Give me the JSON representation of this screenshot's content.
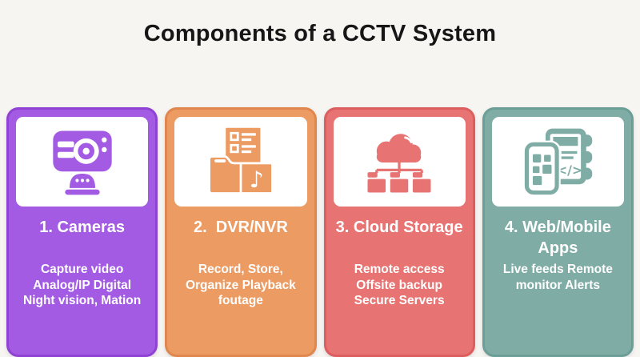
{
  "page": {
    "background_color": "#f7f5f2",
    "title": "Components of a CCTV System",
    "title_color": "#161616",
    "panel_color": "#ffffff"
  },
  "cards": [
    {
      "id": "cameras",
      "icon": "webcam-icon",
      "color": "#a35be3",
      "border_color": "#8f42d4",
      "title": "1. Cameras",
      "lines": [
        "Capture video",
        "Analog/IP Digital",
        "Night vision, Mation"
      ]
    },
    {
      "id": "dvr-nvr",
      "icon": "dvr-storage-icon",
      "color": "#ec9b62",
      "border_color": "#df874d",
      "title": "2.  DVR/NVR",
      "lines": [
        "Record, Store,",
        "Organize Playback",
        "foutage"
      ]
    },
    {
      "id": "cloud-storage",
      "icon": "cloud-network-icon",
      "color": "#e77473",
      "border_color": "#dd5e5e",
      "title": "3. Cloud Storage",
      "lines": [
        "Remote access",
        "Offsite backup",
        "Secure Servers"
      ]
    },
    {
      "id": "web-mobile-apps",
      "icon": "mobile-web-icon",
      "color": "#7faca5",
      "border_color": "#6b9e96",
      "title": "4. Web/Mobile Apps",
      "lines": [
        "Live feeds Remote",
        "monitor Alerts"
      ]
    }
  ]
}
